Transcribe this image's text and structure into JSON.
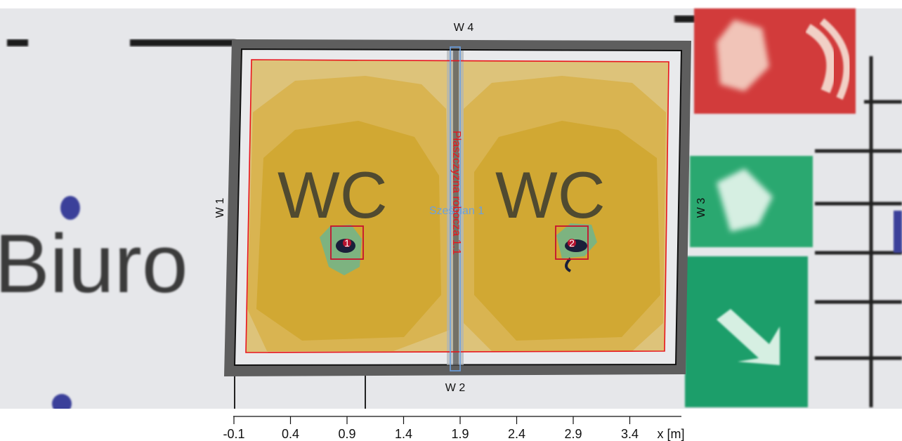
{
  "photo_text": {
    "left_sign": "Biuro",
    "wc_left": "WC",
    "wc_right": "WC"
  },
  "walls": {
    "w1": "W 1",
    "w2": "W 2",
    "w3": "W 3",
    "w4": "W 4"
  },
  "objects": {
    "cube_label": "Sześcian 1",
    "plane_label": "Płaszczyzna robocza 1.1",
    "luminaire_1": "1",
    "luminaire_2": "2"
  },
  "axis": {
    "label": "x [m]",
    "ticks": [
      "-0.1",
      "0.4",
      "0.9",
      "1.4",
      "1.9",
      "2.4",
      "2.9",
      "3.4"
    ]
  },
  "colors": {
    "wall_frame": "#5e5e5e",
    "workplane_outline": "#e8141c",
    "cube_outline": "#6aa0e0",
    "isoline_fill": "#d4a21e",
    "luminaire_marker": "#c8102e",
    "exit_sign_green": "#1f9e6b",
    "fire_sign_red": "#d23a3a"
  }
}
